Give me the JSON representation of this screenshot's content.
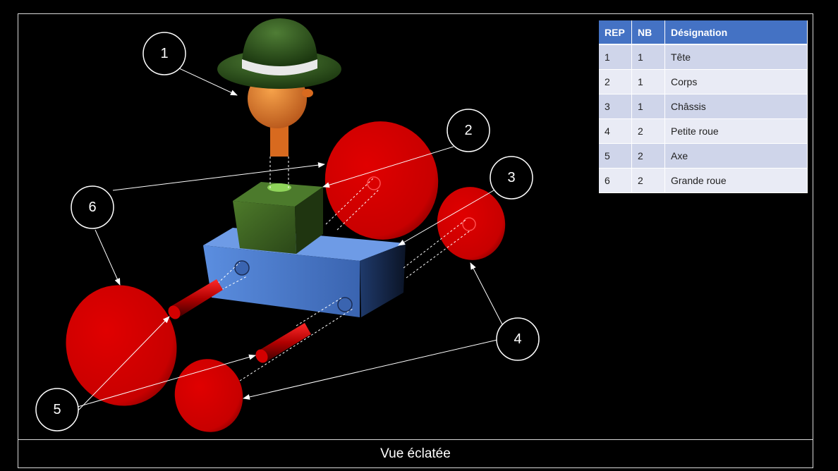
{
  "caption": "Vue éclatée",
  "table": {
    "headers": [
      "REP",
      "NB",
      "Désignation"
    ],
    "rows": [
      [
        "1",
        "1",
        "Tête"
      ],
      [
        "2",
        "1",
        "Corps"
      ],
      [
        "3",
        "1",
        "Châssis"
      ],
      [
        "4",
        "2",
        "Petite roue"
      ],
      [
        "5",
        "2",
        "Axe"
      ],
      [
        "6",
        "2",
        "Grande roue"
      ]
    ]
  },
  "callouts": [
    "1",
    "2",
    "3",
    "4",
    "5",
    "6"
  ],
  "colors": {
    "hat": "#2f5a1e",
    "head": "#e07b2a",
    "body": "#3b5a1f",
    "chassis": "#4472c4",
    "wheels": "#cc0000",
    "table_header": "#4472c4"
  }
}
